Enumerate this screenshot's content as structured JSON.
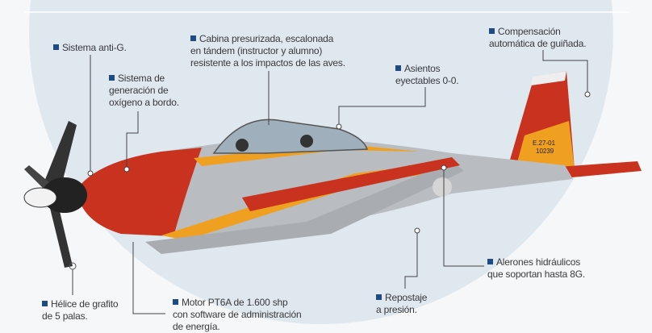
{
  "callouts": [
    {
      "id": "anti-g",
      "text": "Sistema anti-G."
    },
    {
      "id": "oxygen",
      "text": "Sistema de\ngeneración de\noxígeno a bordo."
    },
    {
      "id": "cabin",
      "text": "Cabina presurizada, escalonada\nen tándem (instructor y alumno)\nresistente a los impactos de las aves."
    },
    {
      "id": "seats",
      "text": "Asientos\neyectables 0-0."
    },
    {
      "id": "yaw",
      "text": "Compensación\nautomática de guiñada."
    },
    {
      "id": "propeller",
      "text": "Hélice de grafito\nde 5 palas."
    },
    {
      "id": "engine",
      "text": "Motor PT6A de 1.600 shp\ncon software de administración\nde energía."
    },
    {
      "id": "refuel",
      "text": "Repostaje\na presión."
    },
    {
      "id": "ailerons",
      "text": "Alerones hidráulicos\nque soportan hasta 8G."
    }
  ],
  "aircraft": {
    "tail_code": "E.27-01",
    "serial": "10239"
  },
  "colors": {
    "bullet": "#1e4a86",
    "circle": "#dfe7ef",
    "red": "#c8321e",
    "yellow": "#f0a020",
    "grey": "#b9bcc0"
  }
}
